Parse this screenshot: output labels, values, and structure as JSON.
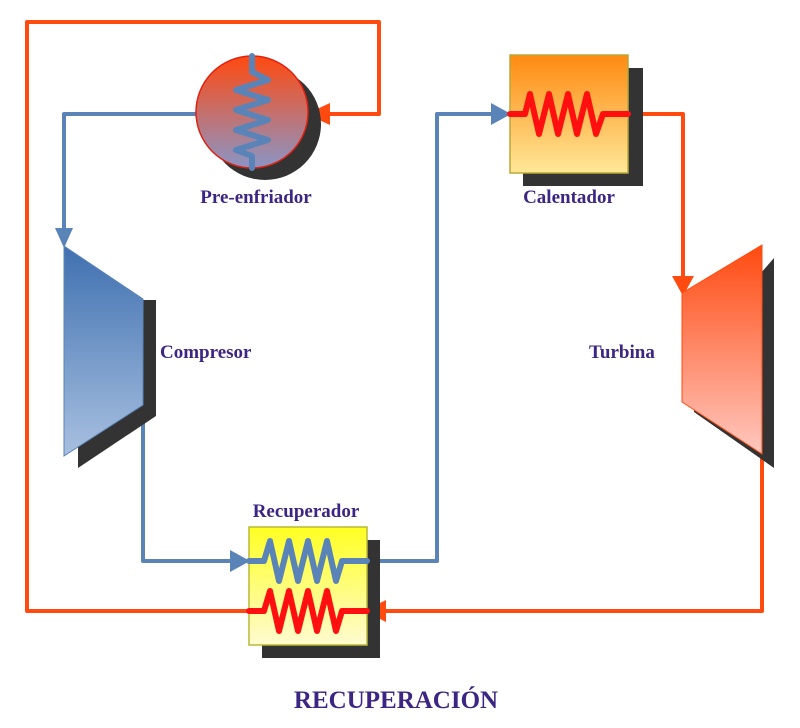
{
  "title": "RECUPERACIÓN",
  "components": {
    "preenfriador": "Pre-enfriador",
    "calentador": "Calentador",
    "compresor": "Compresor",
    "turbina": "Turbina",
    "recuperador": "Recuperador"
  },
  "colors": {
    "hot_pipe": "#ff4a10",
    "cold_pipe": "#5a84b8",
    "coil_hot": "#ff1010",
    "label": "#3d2584",
    "shadow": "#333333"
  }
}
